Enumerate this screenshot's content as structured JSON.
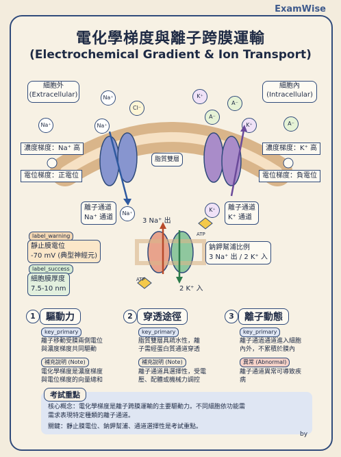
{
  "brand": "ExamWise",
  "title_zh": "電化學梯度與離子跨膜運輸",
  "title_en": "(Electrochemical Gradient & Ion Transport)",
  "extra": {
    "zh": "細胞外",
    "en": "(Extracellular)"
  },
  "intra": {
    "zh": "細胞內",
    "en": "(Intracellular)"
  },
  "ions": {
    "na": "Na⁺",
    "cl": "Cl⁻",
    "k": "K⁺",
    "a": "A⁻"
  },
  "left_bars": [
    "濃度梯度：Na⁺ 高",
    "電位梯度：正電位"
  ],
  "right_bars": [
    "濃度梯度：K⁺ 高",
    "電位梯度：負電位"
  ],
  "lipid": "脂質雙層",
  "na_channel": [
    "離子通道",
    "Na⁺ 通道"
  ],
  "k_channel": [
    "離子通道",
    "K⁺ 通道"
  ],
  "pump": {
    "na_out": "3 Na⁺ 出",
    "k_in": "2 K⁺ 入",
    "atp": "ATP",
    "ratio_label": "鈉鉀幫浦比例",
    "ratio": "3 Na⁺ 出 / 2 K⁺ 入"
  },
  "warning": {
    "tag": "label_warning",
    "line1": "靜止膜電位",
    "line2": "-70 mV (典型神經元)"
  },
  "success": {
    "tag": "label_success",
    "line1": "細胞膜厚度",
    "line2": "7.5-10 nm"
  },
  "sections": [
    {
      "n": "1",
      "head": "驅動力",
      "tag": "key_primary",
      "body": [
        "離子移動受膜兩側電位",
        "與濃度梯度共同驅動"
      ],
      "note_tag": "補充說明 (Note)",
      "note": [
        "電化學梯度是濃度梯度",
        "與電位梯度的向量總和"
      ]
    },
    {
      "n": "2",
      "head": "穿透途徑",
      "tag": "key_primary",
      "body": [
        "脂質雙層具疏水性，離",
        "子需經蛋白質通道穿透"
      ],
      "note_tag": "補充說明 (Note)",
      "note": [
        "離子通道具選擇性，受電",
        "壓、配體或機械力調控"
      ]
    },
    {
      "n": "3",
      "head": "離子動態",
      "tag": "key_primary",
      "body": [
        "離子通過通道進入細胞",
        "內外，不累積於膜內"
      ],
      "note_tag": "異常 (Abnormal)",
      "note": [
        "離子通道異常可導致疾",
        "病"
      ]
    }
  ],
  "exam": {
    "head": "考試重點",
    "line1": "核心概念：電化學梯度是離子跨膜運輸的主要驅動力。不同細胞依功能需",
    "line2": "需求表現特定種類的離子通道。",
    "line3": "關鍵：靜止膜電位、鈉鉀幫浦、通道選擇性是考試重點。"
  },
  "signature": "by"
}
